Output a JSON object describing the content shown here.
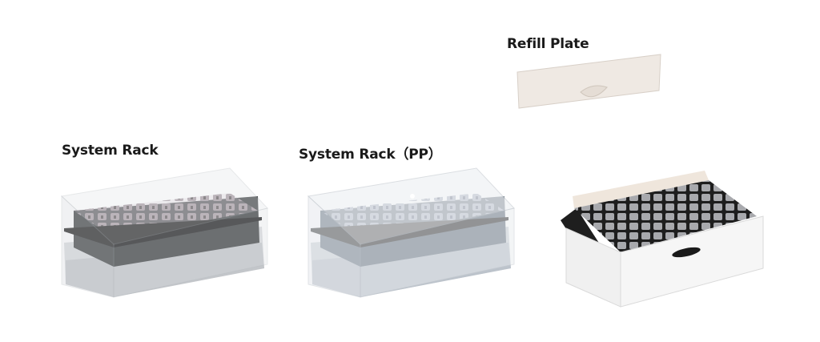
{
  "products": [
    {
      "label": "System Rack",
      "lid": "clear",
      "tip_color": "#8a7f85",
      "base_color": "#3c3f41"
    },
    {
      "label": "System Rack（PP）",
      "lid": "frosted",
      "tip_color": "#9aa3b3",
      "base_color": "#5a6672"
    },
    {
      "label": "Refill Plate",
      "color": "#efe9e3"
    }
  ],
  "refill_box": {
    "tip_color": "#a8a9ad",
    "box_color": "#f4f4f4",
    "holder_color": "#1e1e1e"
  }
}
